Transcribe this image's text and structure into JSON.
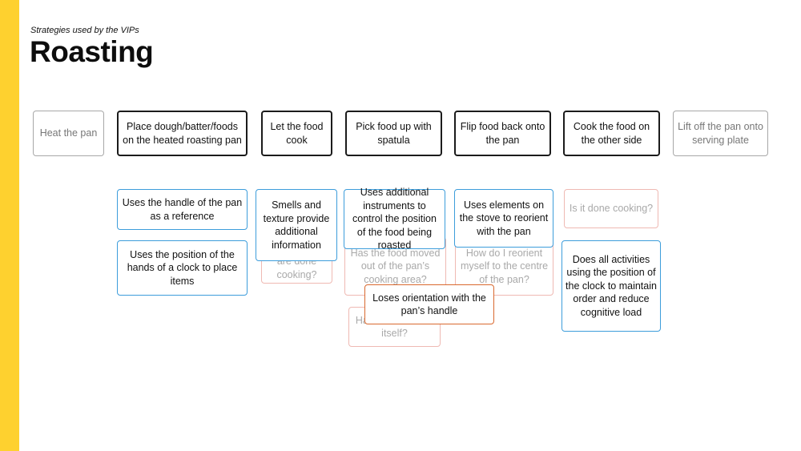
{
  "header": {
    "subtitle": "Strategies used by the VIPs",
    "title": "Roasting"
  },
  "colors": {
    "accent_bar": "#fed12f",
    "step_border": "#1b1b1b",
    "muted_step_border": "#a8a8a8",
    "strategy_border": "#3d9ddb",
    "question_border": "#efb9b3",
    "challenge_border": "#d9692f"
  },
  "steps": [
    "Heat the pan",
    "Place dough/batter/foods on the heated roasting pan",
    "Let the food cook",
    "Pick food up with spatula",
    "Flip food back onto the pan",
    "Cook the food on the other side",
    "Lift off the pan onto serving plate"
  ],
  "strategies": [
    "Uses the handle of the pan as a reference",
    "Uses the position of the hands of a clock to place items",
    "Smells and texture provide additional information",
    "Uses additional instruments to control the position of the food being roasted",
    "Uses elements on the stove to reorient with the pan",
    "Does all activities using the position of the clock to maintain order and reduce cognitive load"
  ],
  "questions": [
    "are done cooking?",
    "Has the food moved out of the pan’s cooking area?",
    "How do I reorient myself to the centre of the pan?",
    "Is it done cooking?",
    "Has it folded onto itself?"
  ],
  "challenges": [
    "Loses orientation with the pan’s handle"
  ]
}
